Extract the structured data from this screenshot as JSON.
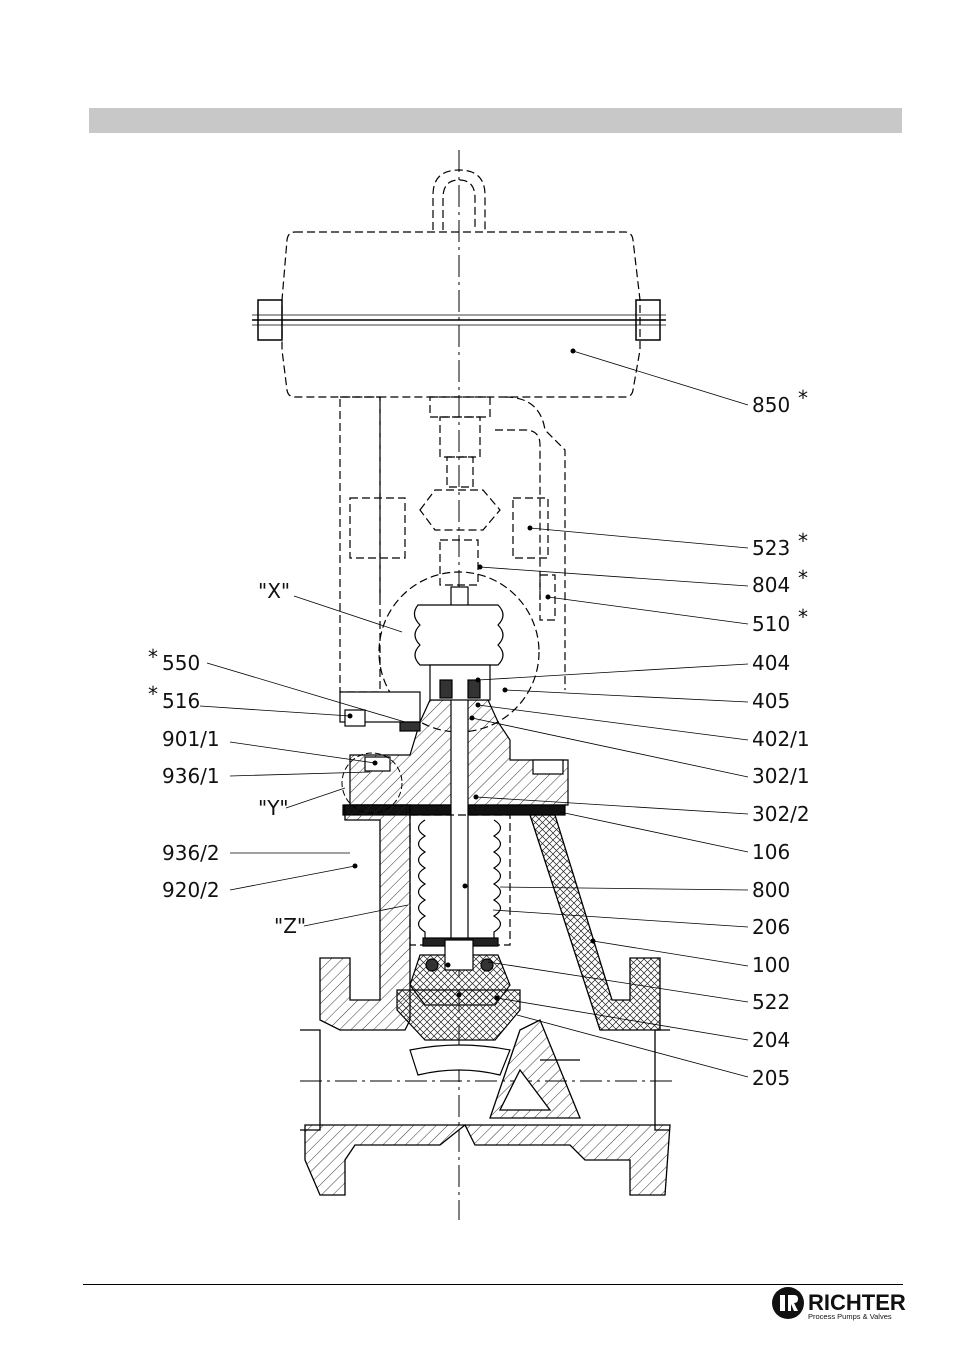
{
  "labels": {
    "l850": "850",
    "l523": "523",
    "l804": "804",
    "l510": "510",
    "lX": "\"X\"",
    "l550": "550",
    "l516": "516",
    "l404": "404",
    "l405": "405",
    "l4021": "402/1",
    "l9011": "901/1",
    "l9361": "936/1",
    "l3021": "302/1",
    "lY": "\"Y\"",
    "l3022": "302/2",
    "l9362": "936/2",
    "l106": "106",
    "l9202": "920/2",
    "l800": "800",
    "lZ": "\"Z\"",
    "l206": "206",
    "l100": "100",
    "l522": "522",
    "l204": "204",
    "l205": "205"
  },
  "star": "*",
  "logo": {
    "brand": "RICHTER",
    "tagline": "Process Pumps & Valves"
  }
}
